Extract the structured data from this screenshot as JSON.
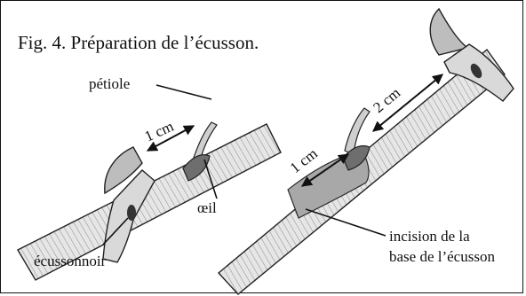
{
  "figure": {
    "title": "Fig. 4. Préparation de l’écusson.",
    "labels": {
      "petiole": "pétiole",
      "oeil": "œil",
      "ecussonnoir": "écussonnoir",
      "incision_line1": "incision de la",
      "incision_line2": "base de l’écusson"
    },
    "measurements": {
      "left_small": "1 cm",
      "right_small": "1 cm",
      "right_large": "2 cm"
    }
  },
  "colors": {
    "ink": "#111111",
    "branch_fill": "#dcdcdc",
    "branch_shade": "#9a9a9a",
    "background": "#ffffff"
  }
}
